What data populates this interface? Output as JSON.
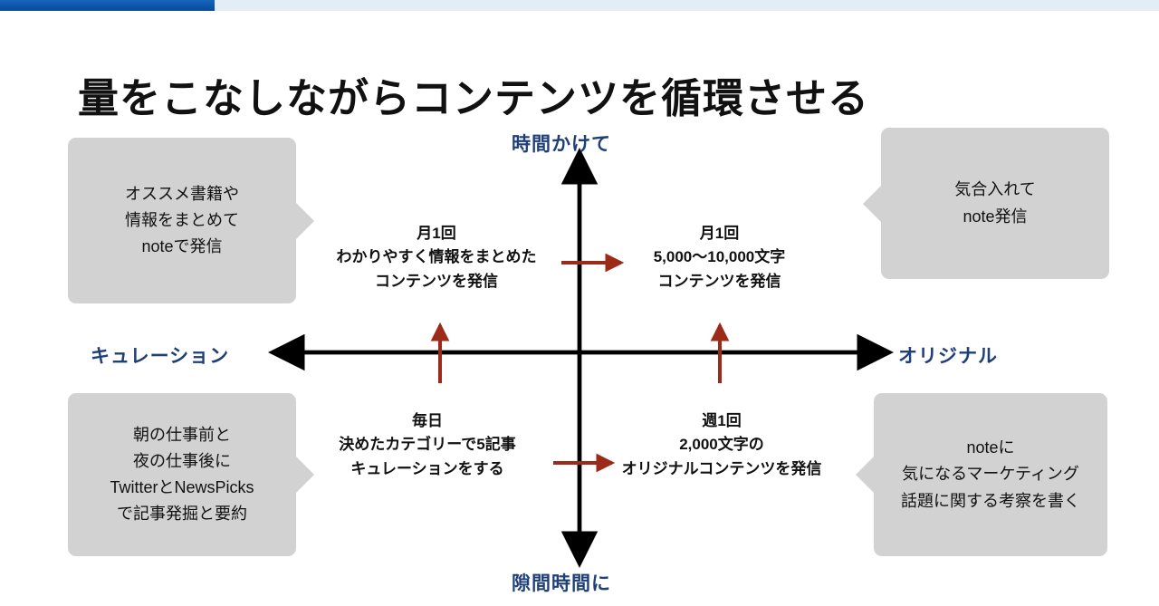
{
  "progress": {
    "name": "slide-progress",
    "percent": 18.5,
    "fill_color": "#0a58a8",
    "track_color": "#e3edf6"
  },
  "title": "量をこなしながらコンテンツを循環させる",
  "axes": {
    "accent_color": "#1f3f77",
    "top_label": "時間かけて",
    "bottom_label": "隙間時間に",
    "left_label": "キュレーション",
    "right_label": "オリジナル"
  },
  "flow_arrow_color": "#9c2a18",
  "quadrants": [
    {
      "id": "q2",
      "position": "top-left",
      "lines": [
        "月1回",
        "わかりやすく情報をまとめた",
        "コンテンツを発信"
      ]
    },
    {
      "id": "q1",
      "position": "top-right",
      "lines": [
        "月1回",
        "5,000〜10,000文字",
        "コンテンツを発信"
      ]
    },
    {
      "id": "q3",
      "position": "bottom-left",
      "lines": [
        "毎日",
        "決めたカテゴリーで5記事",
        "キュレーションをする"
      ]
    },
    {
      "id": "q4",
      "position": "bottom-right",
      "lines": [
        "週1回",
        "2,000文字の",
        "オリジナルコンテンツを発信"
      ]
    }
  ],
  "callouts": [
    {
      "id": "top-left",
      "tail": "right",
      "lines": [
        "オススメ書籍や",
        "情報をまとめて",
        "noteで発信"
      ]
    },
    {
      "id": "top-right",
      "tail": "left",
      "lines": [
        "気合入れて",
        "note発信"
      ]
    },
    {
      "id": "bottom-left",
      "tail": "right",
      "lines": [
        "朝の仕事前と",
        "夜の仕事後に",
        "TwitterとNewsPicks",
        "で記事発掘と要約"
      ]
    },
    {
      "id": "bottom-right",
      "tail": "left",
      "lines": [
        "noteに",
        "気になるマーケティング",
        "話題に関する考察を書く"
      ]
    }
  ]
}
